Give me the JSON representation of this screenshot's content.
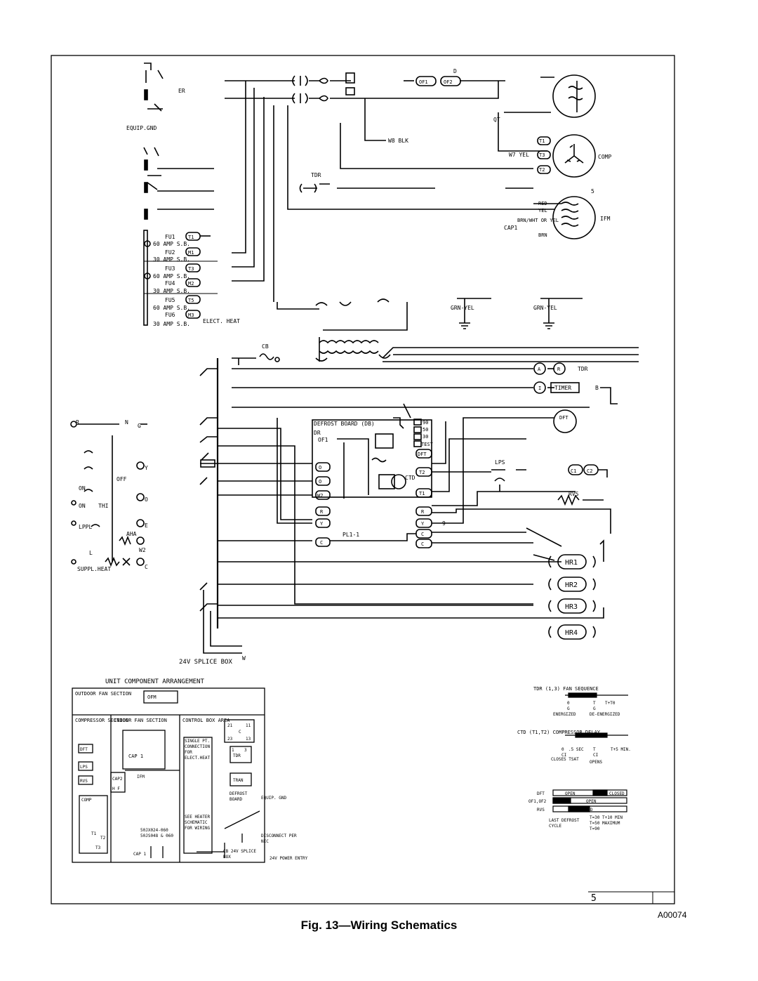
{
  "figure": {
    "caption": "Fig. 13—Wiring Schematics",
    "code": "A00074",
    "page_number": "5"
  },
  "power_section": {
    "labels": {
      "er": "ER",
      "equip_gnd": "EQUIP.GND",
      "w8": "W8 BLK",
      "w7": "W7 YEL",
      "tdr": "TDR",
      "d": "D",
      "ofm1": "OF1",
      "ofm2": "OF2",
      "qt": "QT",
      "comp": "COMP",
      "num5": "5",
      "ifm": "IFM",
      "cap": "CAP1",
      "grn_yel_1": "GRN-YEL",
      "grn_yel_2": "GRN-YEL",
      "cb": "CB"
    },
    "comp_terminals": [
      "T1",
      "T3",
      "T2"
    ],
    "ifm_leads": [
      "RED",
      "YEL",
      "BRN/WHT OR YEL",
      "BRN"
    ],
    "fuses": [
      {
        "fuse": "FU1",
        "rating": "60 AMP S.B.",
        "terminal": "T1"
      },
      {
        "fuse": "FU2",
        "rating": "30 AMP S.B.",
        "terminal": "M1"
      },
      {
        "fuse": "FU3",
        "rating": "60 AMP S.B.",
        "terminal": "T3"
      },
      {
        "fuse": "FU4",
        "rating": "30 AMP S.B.",
        "terminal": "M2"
      },
      {
        "fuse": "FU5",
        "rating": "60 AMP S.B.",
        "terminal": "T5"
      },
      {
        "fuse": "FU6",
        "rating": "30 AMP S.B.",
        "terminal": "M3"
      }
    ],
    "elect_heat": "ELECT. HEAT"
  },
  "control_section": {
    "timer": "TIMER",
    "tdr": "TDR",
    "a": "A",
    "r": "R",
    "b": "B",
    "i": "I",
    "dft": "DFT",
    "defrost_board": "DEFROST BOARD (DB)",
    "dr": "DR",
    "of1": "OF1",
    "board_pins": [
      "90",
      "50",
      "30",
      "TEST"
    ],
    "board_terms": [
      "DFT",
      "T2",
      "T1",
      "R",
      "Y",
      "C",
      "C"
    ],
    "left_terms": [
      "O",
      "O",
      "W2",
      "R",
      "Y",
      "C"
    ],
    "ctd": "CTD",
    "lps": "LPS",
    "rvs": "RVS",
    "c1": "C1",
    "c2": "C2",
    "nine": "9",
    "pl1": "PL1-1",
    "heaters": [
      "HR1",
      "HR2",
      "HR3",
      "HR4"
    ],
    "w": "W",
    "splice": "24V SPLICE BOX"
  },
  "thermostat": {
    "labels": [
      "R",
      "N",
      "G",
      "Y",
      "OFF",
      "ON",
      "O",
      "ON",
      "THI",
      "E",
      "LPPL",
      "AHA",
      "W2",
      "L",
      "C",
      "SUPPL.HEAT"
    ]
  },
  "arrangement": {
    "title": "UNIT COMPONENT ARRANGEMENT",
    "outdoor_fan": "OUTDOOR FAN SECTION",
    "ofm": "OFM",
    "compressor_section": "COMPRESSOR SECTION",
    "indoor_fan": "INDOOR FAN SECTION",
    "control_box": "CONTROL BOX AREA",
    "items_comp": [
      "DFT",
      "LPS",
      "RVS"
    ],
    "comp": "COMP",
    "comp_terms": [
      "T1",
      "T2",
      "T3"
    ],
    "cap1": "CAP 1",
    "cap2": "CAP2",
    "ifm": "IFM",
    "hf": "H F",
    "single_pt": "SINGLE PT. CONNECTION FOR ELECT.HEAT",
    "see_heater": "SEE HEATER SCHEMATIC FOR WIRING",
    "tdr": "TDR",
    "tran": "TRAN",
    "defrost_board": "DEFROST BOARD",
    "equip_gnd": "EQUIP. GND",
    "models": "50JX024-060 50JS048 & 060",
    "cap_bottom": "CAP 1",
    "disconnect": "DISCONNECT PER NEC",
    "cb_splice": "CB 24V SPLICE BOX",
    "power_entry": "24V POWER ENTRY",
    "ctd_terms": [
      "21",
      "11",
      "C",
      "23",
      "13"
    ],
    "tdr_terms": [
      "1",
      "3"
    ]
  },
  "timing": {
    "tdr_title": "TDR (1,3) FAN SEQUENCE",
    "tdr_marks": [
      "0",
      "T",
      "T+T0",
      "G",
      "G"
    ],
    "tdr_states": [
      "ENERGIZED",
      "DE-ENERGIZED"
    ],
    "ctd_title": "CTD (T1,T2) COMPRESSOR DELAY",
    "ctd_marks": [
      "0",
      ".5 SEC",
      "T",
      "T+5 MIN.",
      "CI",
      "CI"
    ],
    "ctd_states": [
      "CLOSES TSAT",
      "OPENS"
    ],
    "defrost_rows": [
      "DFT",
      "OF1,OF2",
      "RVS"
    ],
    "dft_states": [
      "OPEN",
      "CLOSED"
    ],
    "of_states": [
      "CLOSED",
      "OPEN"
    ],
    "rvs_state": "ENERGIZED",
    "last_defrost": "LAST DEFROST CYCLE",
    "times": [
      "T=30 T+10 MIN",
      "T=50 MAXIMUM",
      "T=90"
    ]
  }
}
